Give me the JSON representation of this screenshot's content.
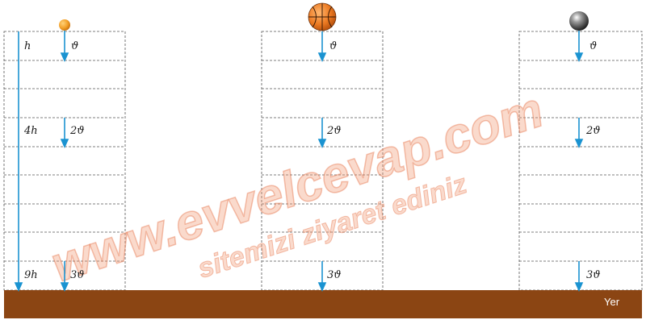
{
  "labels": {
    "h1": "h",
    "h4": "4h",
    "h9": "9h",
    "v1": "ϑ",
    "v2": "2ϑ",
    "v3": "3ϑ"
  },
  "ground": {
    "label": "Yer"
  },
  "watermark": {
    "line1": "www.evvelcevap.com",
    "line2": "sitemizi ziyaret ediniz"
  },
  "colors": {
    "arrow": "#1a93d1",
    "ground": "#8b4513",
    "grid": "#555555"
  },
  "objects": [
    "small-orange-ball",
    "basketball",
    "steel-ball"
  ]
}
